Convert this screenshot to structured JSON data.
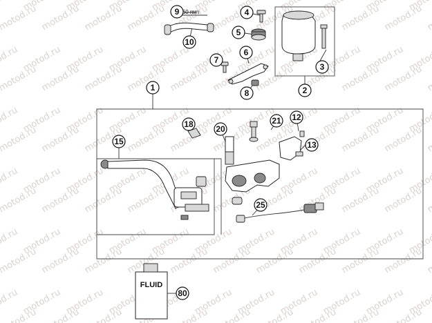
{
  "watermark_text": "motod.ru",
  "dimension_label": "60 mm",
  "fluid_label": "FLUID",
  "callouts": [
    {
      "id": "c1",
      "label": "1"
    },
    {
      "id": "c2",
      "label": "2"
    },
    {
      "id": "c3",
      "label": "3"
    },
    {
      "id": "c4",
      "label": "4"
    },
    {
      "id": "c5",
      "label": "5"
    },
    {
      "id": "c6",
      "label": "6"
    },
    {
      "id": "c7",
      "label": "7"
    },
    {
      "id": "c8",
      "label": "8"
    },
    {
      "id": "c9",
      "label": "9"
    },
    {
      "id": "c10",
      "label": "10"
    },
    {
      "id": "c12",
      "label": "12"
    },
    {
      "id": "c13",
      "label": "13"
    },
    {
      "id": "c15",
      "label": "15"
    },
    {
      "id": "c18",
      "label": "18"
    },
    {
      "id": "c20",
      "label": "20"
    },
    {
      "id": "c21",
      "label": "21"
    },
    {
      "id": "c25",
      "label": "25"
    },
    {
      "id": "c80",
      "label": "80"
    }
  ]
}
